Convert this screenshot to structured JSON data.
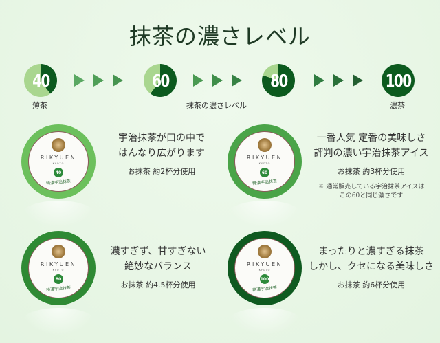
{
  "title": "抹茶の濃さレベル",
  "colors": {
    "background": "#e9f7e6",
    "dark_green": "#0c5a1e",
    "light_green": "#a9d68f",
    "arrow_1": "#4f9f57",
    "arrow_2": "#3e8a48",
    "arrow_3": "#2a6a36"
  },
  "scale": {
    "levels": [
      {
        "value": "40",
        "percent": 40
      },
      {
        "value": "60",
        "percent": 60
      },
      {
        "value": "80",
        "percent": 80
      },
      {
        "value": "100",
        "percent": 100
      }
    ],
    "label_left": "薄茶",
    "label_center": "抹茶の濃さレベル",
    "label_right": "濃茶"
  },
  "products": [
    {
      "level": "40",
      "ring_color": "#6cc05c",
      "brand": "RIKYUEN",
      "city": "KYOTO",
      "lid_text": "特濃宇治抹茶",
      "headline_1": "宇治抹茶が口の中で",
      "headline_2": "はんなり広がります",
      "usage": "お抹茶 約2杯分使用"
    },
    {
      "level": "60",
      "ring_color": "#4aa448",
      "brand": "RIKYUEN",
      "city": "KYOTO",
      "lid_text": "特濃宇治抹茶",
      "headline_1": "一番人気 定番の美味しさ",
      "headline_2": "評判の濃い宇治抹茶アイス",
      "usage": "お抹茶 約3杯分使用",
      "note_1": "※ 通常販売している宇治抹茶アイスは",
      "note_2": "この60と同じ濃さです"
    },
    {
      "level": "80",
      "ring_color": "#2f8a34",
      "brand": "RIKYUEN",
      "city": "KYOTO",
      "lid_text": "特濃宇治抹茶",
      "headline_1": "濃すぎず、甘すぎない",
      "headline_2": "絶妙なバランス",
      "usage": "お抹茶 約4.5杯分使用"
    },
    {
      "level": "100",
      "ring_color": "#0f5a20",
      "brand": "RIKYUEN",
      "city": "KYOTO",
      "lid_text": "特濃宇治抹茶",
      "headline_1": "まったりと濃すぎる抹茶",
      "headline_2": "しかし、クセになる美味しさ",
      "usage": "お抹茶 約6杯分使用"
    }
  ]
}
